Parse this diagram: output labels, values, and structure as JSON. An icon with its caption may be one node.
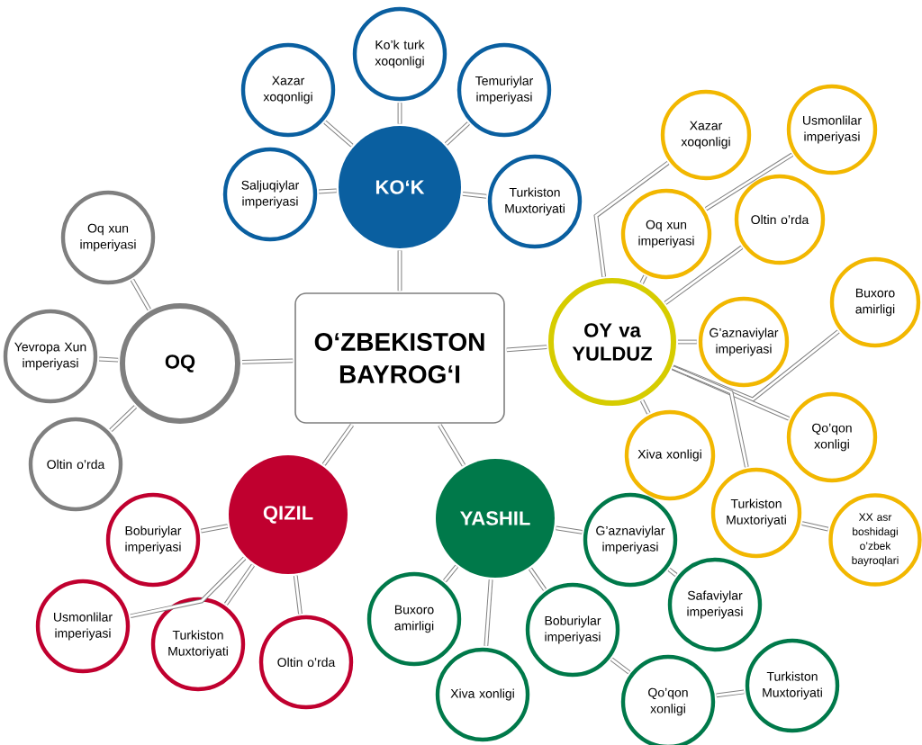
{
  "diagram": {
    "nodes": [
      {
        "text": [
          "O‘ZBEKISTON BAYROG‘I"
        ]
      },
      {
        "text": [
          "KO‘K"
        ]
      },
      {
        "text": [
          "Xazar xoqonligi"
        ]
      },
      {
        "text": [
          "Ko’k turk xoqonligi"
        ]
      },
      {
        "text": [
          "Temuriylar imperiyasi"
        ]
      },
      {
        "text": [
          "Saljuqiylar imperiyasi"
        ]
      },
      {
        "text": [
          "Turkiston Muxtoriyati"
        ]
      },
      {
        "text": [
          "OQ"
        ]
      },
      {
        "text": [
          "Oq xun imperiyasi"
        ]
      },
      {
        "text": [
          "Yevropa Xun imperiyasi"
        ]
      },
      {
        "text": [
          "Oltin o’rda"
        ]
      },
      {
        "text": [
          "OY va YULDUZ"
        ]
      },
      {
        "text": [
          "Xazar xoqonligi"
        ]
      },
      {
        "text": [
          "Usmonlilar imperiyasi"
        ]
      },
      {
        "text": [
          "Oq xun imperiyasi"
        ]
      },
      {
        "text": [
          "Oltin o’rda"
        ]
      },
      {
        "text": [
          "G’aznaviylar imperiyasi"
        ]
      },
      {
        "text": [
          "Buxoro amirligi"
        ]
      },
      {
        "text": [
          "Xiva xonligi"
        ]
      },
      {
        "text": [
          "Qo’qon xonligi"
        ]
      },
      {
        "text": [
          "Turkiston Muxtoriyati"
        ]
      },
      {
        "text": [
          "XX asr boshidagi o’zbek bayroqlari"
        ]
      },
      {
        "text": [
          "QIZIL"
        ]
      },
      {
        "text": [
          "Boburiylar imperiyasi"
        ]
      },
      {
        "text": [
          "Usmonlilar imperiyasi"
        ]
      },
      {
        "text": [
          "Turkiston Muxtoriyati"
        ]
      },
      {
        "text": [
          "Oltin o’rda"
        ]
      },
      {
        "text": [
          "YASHIL"
        ]
      },
      {
        "text": [
          "G’aznaviylar imperiyasi"
        ]
      },
      {
        "text": [
          "Safaviylar imperiyasi"
        ]
      },
      {
        "text": [
          "Buxoro amirligi"
        ]
      },
      {
        "text": [
          "Boburiylar imperiyasi"
        ]
      },
      {
        "text": [
          "Xiva xonligi"
        ]
      },
      {
        "text": [
          "Qo’qon xonligi"
        ]
      },
      {
        "text": [
          "Turkiston Muxtoriyati"
        ]
      }
    ],
    "edges": [
      {
        "from": 0,
        "to": 1,
        "arrow": "none"
      },
      {
        "from": 1,
        "to": 2,
        "arrow": "none"
      },
      {
        "from": 1,
        "to": 3,
        "arrow": "none"
      },
      {
        "from": 1,
        "to": 4,
        "arrow": "none"
      },
      {
        "from": 1,
        "to": 5,
        "arrow": "none"
      },
      {
        "from": 1,
        "to": 6,
        "arrow": "none"
      },
      {
        "from": 0,
        "to": 7,
        "arrow": "none"
      },
      {
        "from": 7,
        "to": 8,
        "arrow": "none"
      },
      {
        "from": 7,
        "to": 9,
        "arrow": "none"
      },
      {
        "from": 7,
        "to": 10,
        "arrow": "none"
      },
      {
        "from": 0,
        "to": 11,
        "arrow": "none"
      },
      {
        "from": 11,
        "to": 12,
        "arrow": "none"
      },
      {
        "from": 14,
        "to": 13,
        "arrow": "none"
      },
      {
        "from": 11,
        "to": 14,
        "arrow": "none"
      },
      {
        "from": 11,
        "to": 15,
        "arrow": "none"
      },
      {
        "from": 11,
        "to": 16,
        "arrow": "none"
      },
      {
        "from": 11,
        "to": 17,
        "arrow": "none"
      },
      {
        "from": 11,
        "to": 18,
        "arrow": "none"
      },
      {
        "from": 11,
        "to": 19,
        "arrow": "none"
      },
      {
        "from": 11,
        "to": 20,
        "arrow": "none"
      },
      {
        "from": 20,
        "to": 21,
        "arrow": "none"
      },
      {
        "from": 0,
        "to": 22,
        "arrow": "none"
      },
      {
        "from": 22,
        "to": 23,
        "arrow": "none"
      },
      {
        "from": 22,
        "to": 24,
        "arrow": "none"
      },
      {
        "from": 22,
        "to": 25,
        "arrow": "none"
      },
      {
        "from": 22,
        "to": 26,
        "arrow": "none"
      },
      {
        "from": 0,
        "to": 27,
        "arrow": "none"
      },
      {
        "from": 27,
        "to": 28,
        "arrow": "none"
      },
      {
        "from": 28,
        "to": 29,
        "arrow": "none"
      },
      {
        "from": 27,
        "to": 30,
        "arrow": "none"
      },
      {
        "from": 27,
        "to": 31,
        "arrow": "none"
      },
      {
        "from": 27,
        "to": 32,
        "arrow": "none"
      },
      {
        "from": 31,
        "to": 33,
        "arrow": "none"
      },
      {
        "from": 33,
        "to": 34,
        "arrow": "none"
      }
    ]
  }
}
